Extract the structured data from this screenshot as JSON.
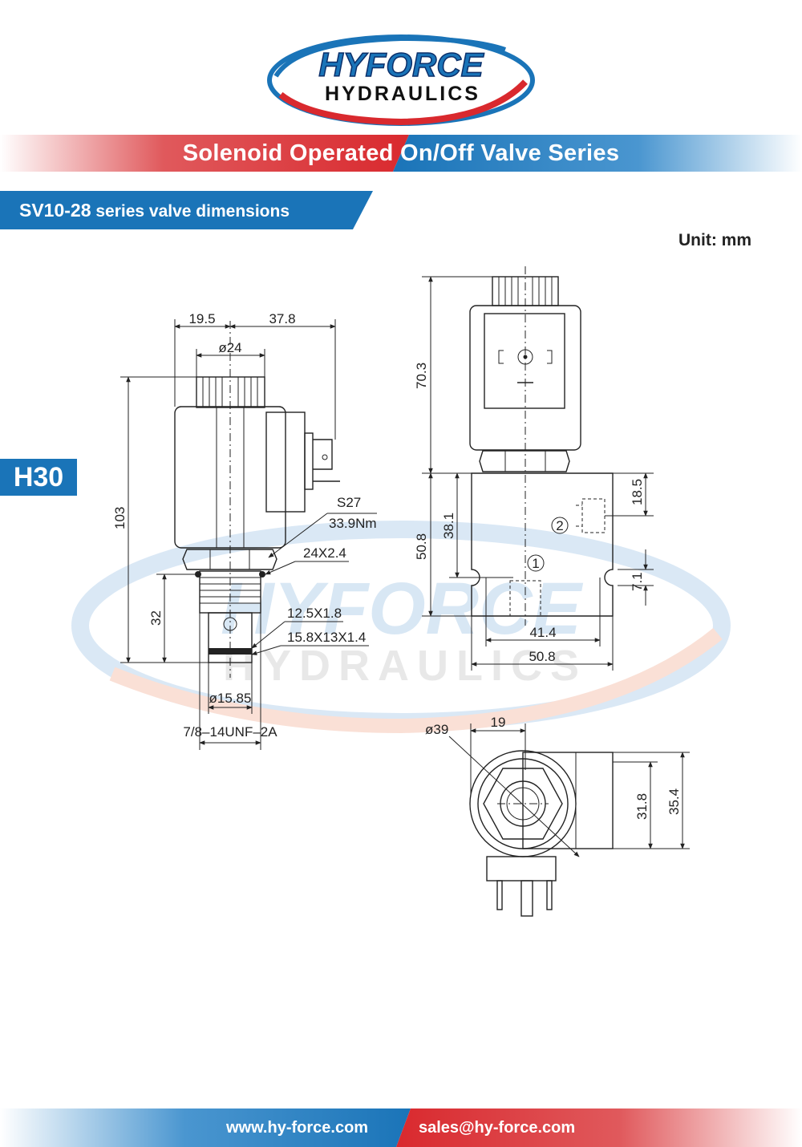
{
  "logo": {
    "line1": "HYFORCE",
    "line2": "HYDRAULICS"
  },
  "banner": {
    "title": "Solenoid Operated On/Off Valve Series"
  },
  "subtitle": {
    "model": "SV10-28",
    "rest": "series valve dimensions"
  },
  "unit_label": "Unit: mm",
  "side_tab": "H30",
  "watermark": {
    "line1": "HYFORCE",
    "line2": "HYDRAULICS"
  },
  "dimensions": {
    "left_view": {
      "width_a": "19.5",
      "width_b": "37.8",
      "dia_top": "ø24",
      "height_total": "103",
      "hex_size": "S27",
      "torque": "33.9Nm",
      "oring_1": "24X2.4",
      "height_cart": "32",
      "oring_2": "12.5X1.8",
      "backup_ring": "15.8X13X1.4",
      "dia_bottom": "ø15.85",
      "thread": "7/8–14UNF–2A"
    },
    "right_view": {
      "coil_height": "70.3",
      "body_height": "50.8",
      "port_height": "38.1",
      "port2_offset": "18.5",
      "mount_offset": "7.1",
      "hole_span": "41.4",
      "body_width": "50.8",
      "port_1": "1",
      "port_2": "2"
    },
    "bottom_view": {
      "dia": "ø39",
      "offset": "19",
      "h1": "31.8",
      "h2": "35.4"
    }
  },
  "footer": {
    "website": "www.hy-force.com",
    "email": "sales@hy-force.com"
  },
  "colors": {
    "brand_blue": "#1a74b8",
    "brand_red": "#d9292e",
    "banner_red": "#e0595c"
  }
}
